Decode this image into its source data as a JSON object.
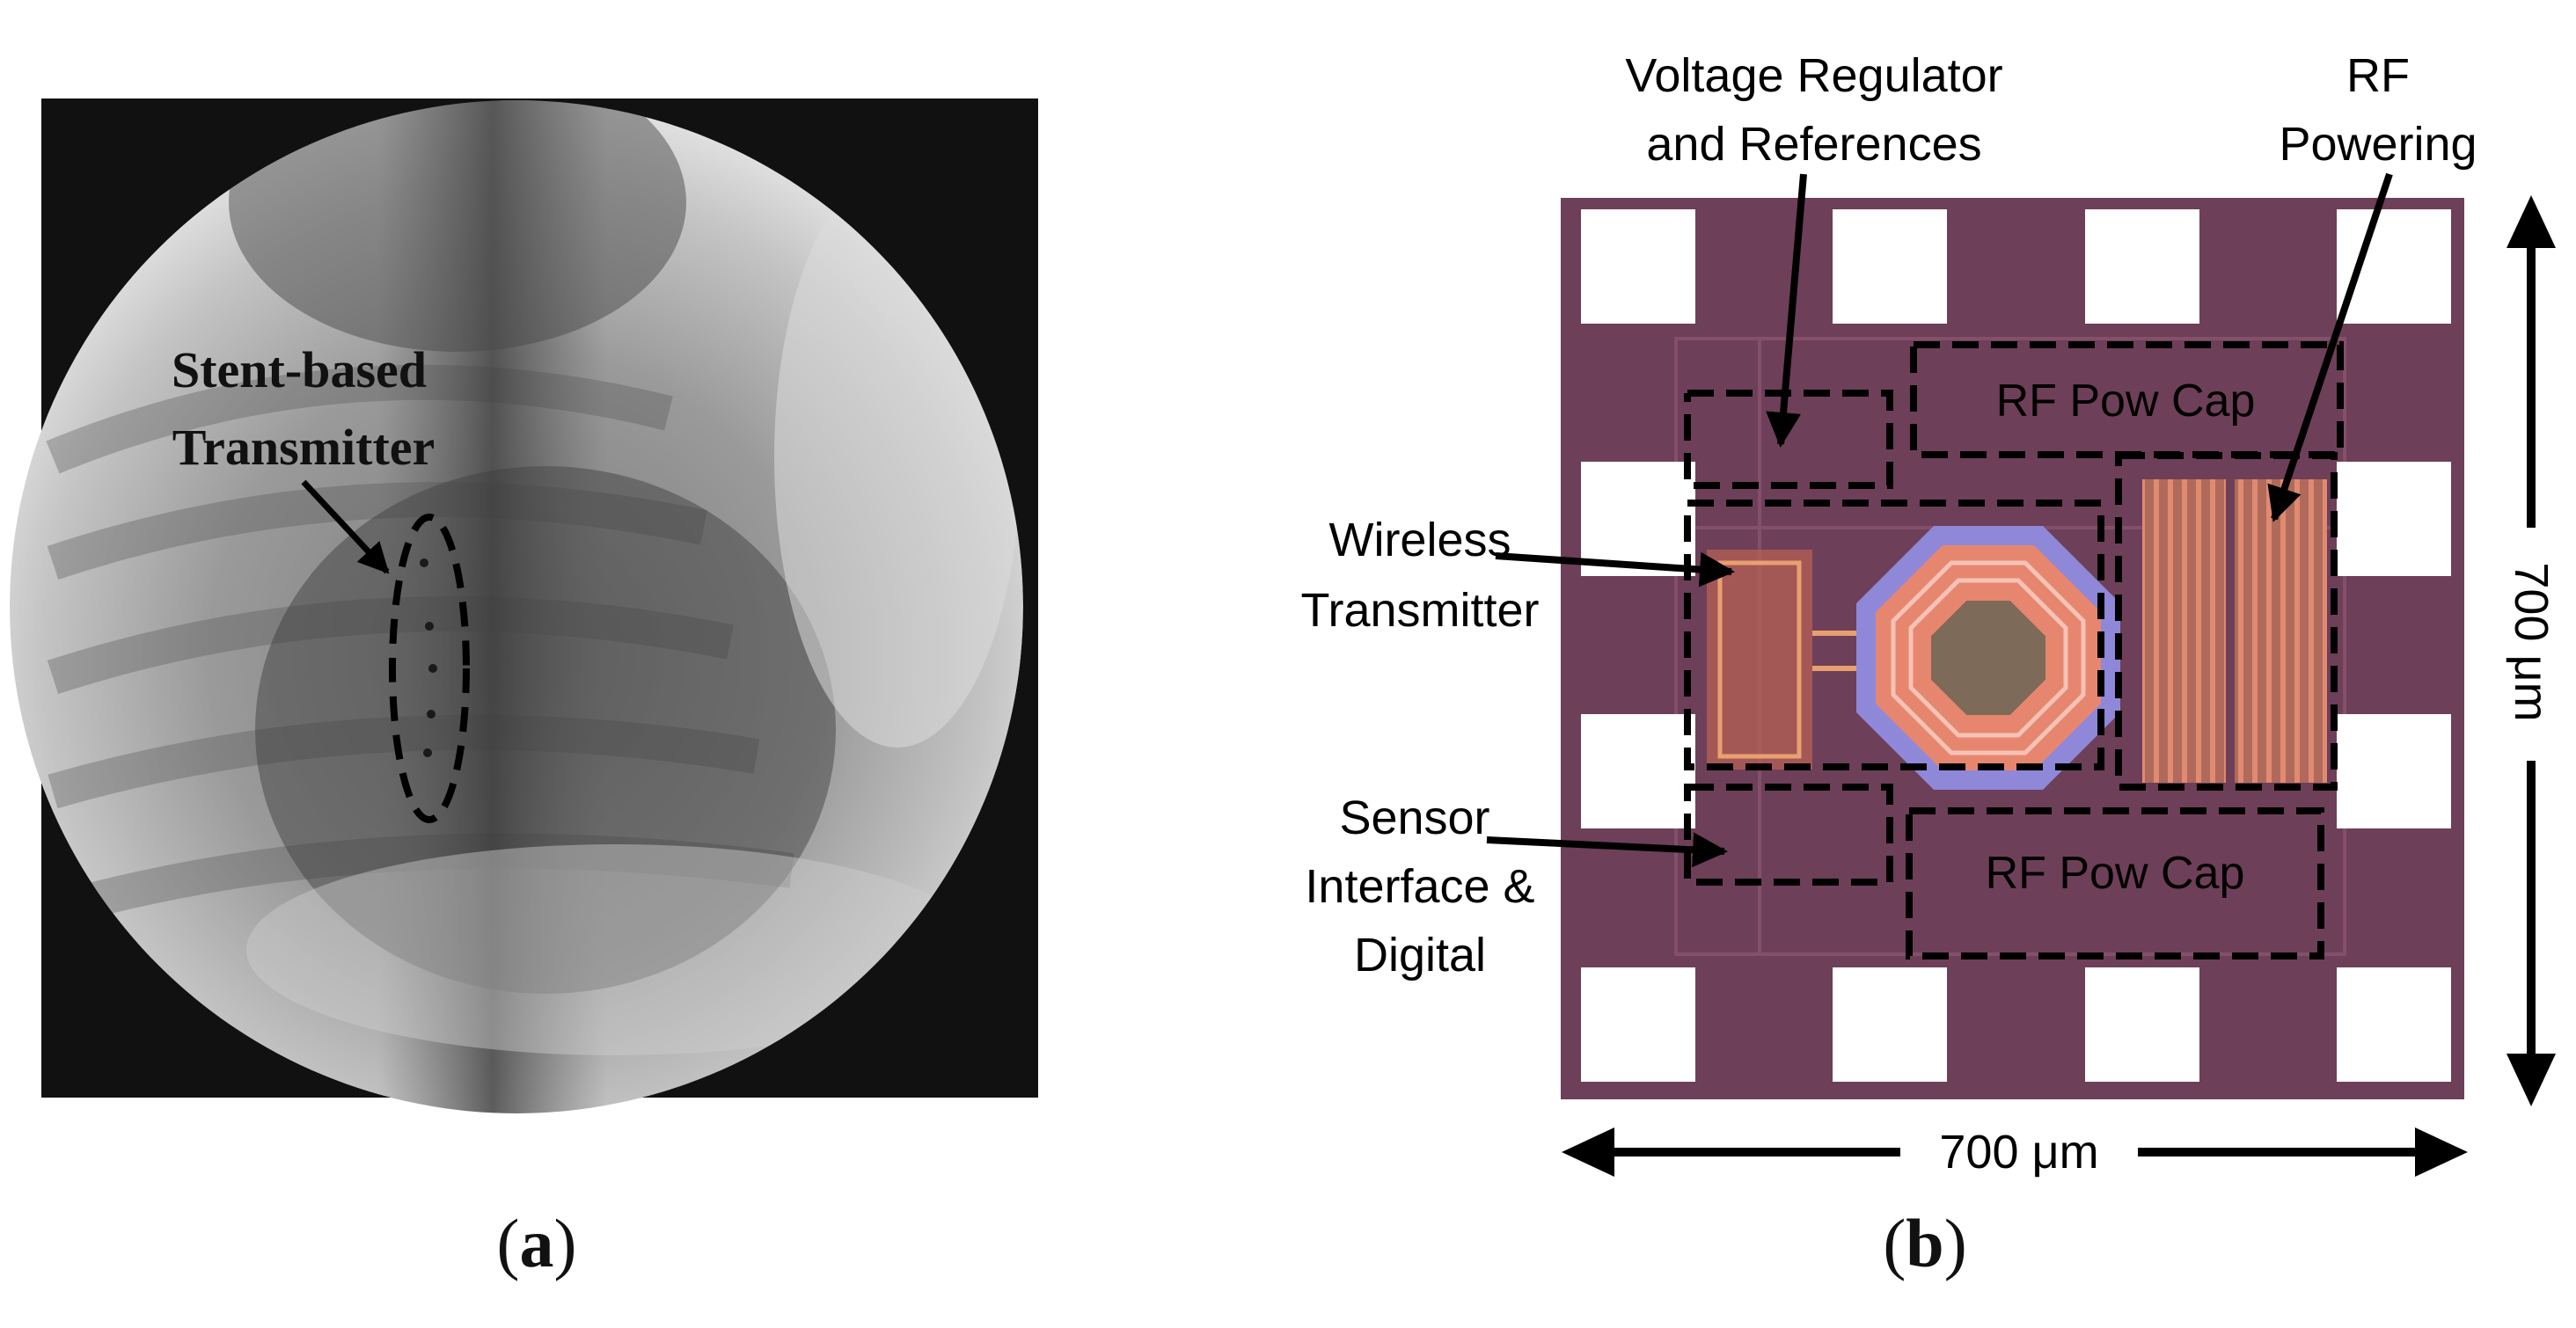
{
  "panel_a": {
    "annotation_line1": "Stent-based",
    "annotation_line2": "Transmitter",
    "caption_open": "(",
    "caption_letter": "a",
    "caption_close": ")"
  },
  "panel_b": {
    "label_voltage_line1": "Voltage Regulator",
    "label_voltage_line2": "and References",
    "label_rf_line1": "RF",
    "label_rf_line2": "Powering",
    "label_wireless_line1": "Wireless",
    "label_wireless_line2": "Transmitter",
    "label_sensor_line1": "Sensor",
    "label_sensor_line2": "Interface &",
    "label_sensor_line3": "Digital",
    "cap_top": "RF Pow Cap",
    "cap_bottom": "RF Pow Cap",
    "dim_horizontal": "700 μm",
    "dim_vertical": "700 μm",
    "caption_open": "(",
    "caption_letter": "b",
    "caption_close": ")"
  },
  "colors": {
    "die": "#6e3f58",
    "die_trace": "#8a5470",
    "pad": "#ffffff",
    "coil_outer": "#8f88d8",
    "coil_copper": "#e7866f",
    "coil_center": "#7d6a58",
    "xray_dark": "#121212",
    "xray_light": "#d8d8d8"
  }
}
